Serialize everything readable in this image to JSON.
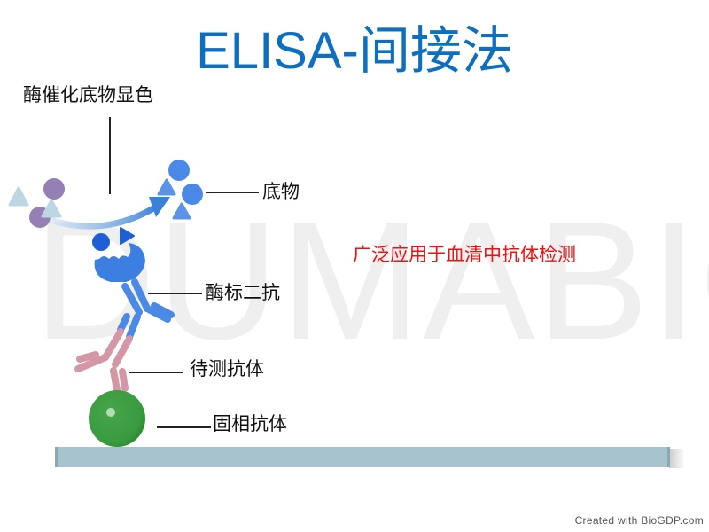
{
  "title": "ELISA-间接法",
  "watermark": "DUMABIO",
  "labels": {
    "enzyme_reaction": "酶催化底物显色",
    "substrate": "底物",
    "enzyme_secondary_antibody": "酶标二抗",
    "test_antibody": "待测抗体",
    "solid_phase_antigen": "固相抗体"
  },
  "note": "广泛应用于血清中抗体检测",
  "footer": "Created with BioGDP.com",
  "colors": {
    "title": "#0d6fbf",
    "note": "#ee1111",
    "enzyme": "#3b7fe0",
    "secondary_antibody": "#4a8ae6",
    "test_antibody": "#d497a5",
    "bead": "#3a9a40",
    "plate": "#a7c4ce",
    "product_circle": "#9580b3",
    "product_triangle": "#bdd6e3",
    "substrate": "#4a8ae6"
  }
}
